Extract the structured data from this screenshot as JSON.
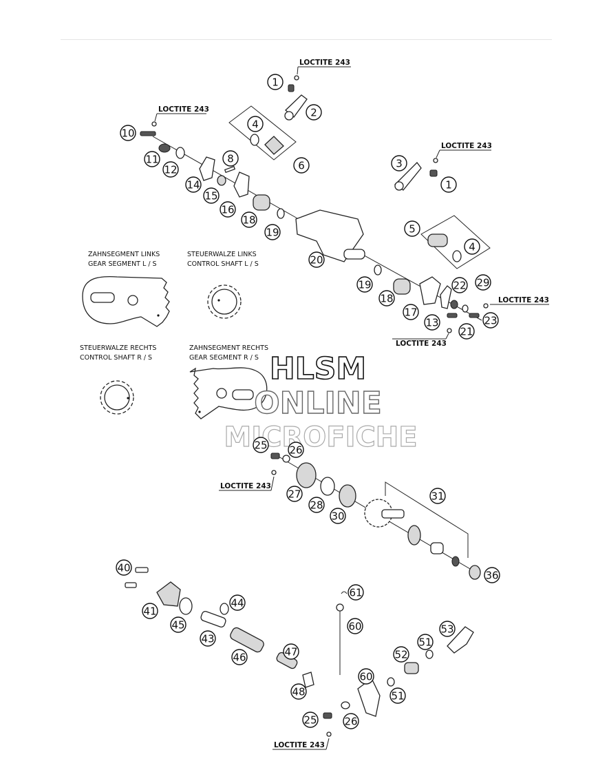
{
  "callouts": [
    {
      "text": "LOCTITE 243"
    },
    {
      "text": "LOCTITE 243"
    },
    {
      "text": "LOCTITE 243"
    },
    {
      "text": "LOCTITE 243"
    },
    {
      "text": "LOCTITE 243"
    },
    {
      "text": "LOCTITE 243"
    },
    {
      "text": "LOCTITE 243"
    }
  ],
  "detail_labels": [
    {
      "line1": "ZAHNSEGMENT LINKS",
      "line2": "GEAR SEGMENT L / S"
    },
    {
      "line1": "STEUERWALZE LINKS",
      "line2": "CONTROL SHAFT L / S"
    },
    {
      "line1": "STEUERWALZE RECHTS",
      "line2": "CONTROL SHAFT R / S"
    },
    {
      "line1": "ZAHNSEGMENT RECHTS",
      "line2": "GEAR SEGMENT R / S"
    }
  ],
  "watermark": {
    "line1": "HLSM",
    "line2": "ONLINE",
    "line3": "MICROFICHE"
  },
  "part_numbers": [
    {
      "label": "1"
    },
    {
      "label": "2"
    },
    {
      "label": "4"
    },
    {
      "label": "6"
    },
    {
      "label": "10"
    },
    {
      "label": "11"
    },
    {
      "label": "12"
    },
    {
      "label": "8"
    },
    {
      "label": "14"
    },
    {
      "label": "15"
    },
    {
      "label": "16"
    },
    {
      "label": "18"
    },
    {
      "label": "19"
    },
    {
      "label": "3"
    },
    {
      "label": "1"
    },
    {
      "label": "5"
    },
    {
      "label": "4"
    },
    {
      "label": "20"
    },
    {
      "label": "19"
    },
    {
      "label": "18"
    },
    {
      "label": "22"
    },
    {
      "label": "29"
    },
    {
      "label": "17"
    },
    {
      "label": "13"
    },
    {
      "label": "21"
    },
    {
      "label": "23"
    },
    {
      "label": "25"
    },
    {
      "label": "26"
    },
    {
      "label": "27"
    },
    {
      "label": "28"
    },
    {
      "label": "30"
    },
    {
      "label": "31"
    },
    {
      "label": "36"
    },
    {
      "label": "40"
    },
    {
      "label": "41"
    },
    {
      "label": "45"
    },
    {
      "label": "44"
    },
    {
      "label": "43"
    },
    {
      "label": "46"
    },
    {
      "label": "47"
    },
    {
      "label": "48"
    },
    {
      "label": "61"
    },
    {
      "label": "60"
    },
    {
      "label": "53"
    },
    {
      "label": "51"
    },
    {
      "label": "52"
    },
    {
      "label": "60"
    },
    {
      "label": "51"
    },
    {
      "label": "25"
    },
    {
      "label": "26"
    }
  ]
}
